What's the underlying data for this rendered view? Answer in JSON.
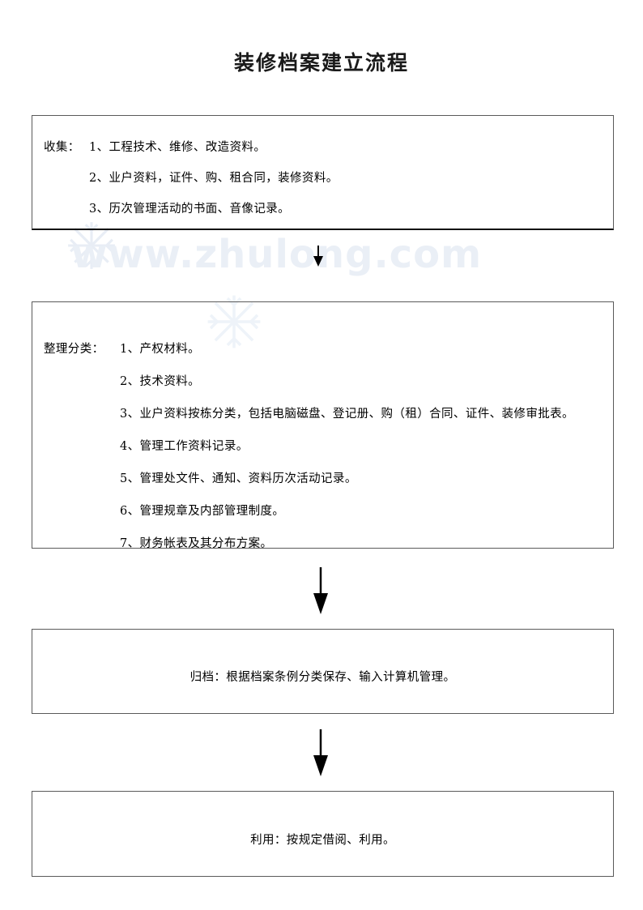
{
  "document": {
    "title": "装修档案建立流程",
    "watermark": "www.zhulong.com"
  },
  "flow": {
    "collect": {
      "lead": "收集：",
      "items": [
        {
          "num": "1、",
          "text": "工程技术、维修、改造资料。"
        },
        {
          "num": "2、",
          "text": "业户资料，证件、购、租合同，装修资料。"
        },
        {
          "num": "3、",
          "text": "历次管理活动的书面、音像记录。"
        }
      ]
    },
    "sort": {
      "lead": "整理分类：",
      "items": [
        {
          "num": "1、",
          "text": "产权材料。"
        },
        {
          "num": "2、",
          "text": "技术资料。"
        },
        {
          "num": "3、",
          "text": "业户资料按栋分类，包括电脑磁盘、登记册、购（租）合同、证件、装修审批表。"
        },
        {
          "num": "4、",
          "text": "管理工作资料记录。"
        },
        {
          "num": "5、",
          "text": "管理处文件、通知、资料历次活动记录。"
        },
        {
          "num": "6、",
          "text": "管理规章及内部管理制度。"
        },
        {
          "num": "7、",
          "text": "财务帐表及其分布方案。"
        }
      ]
    },
    "archive": {
      "text": "归档：根据档案条例分类保存、输入计算机管理。"
    },
    "use": {
      "text": "利用：按规定借阅、利用。"
    }
  },
  "connectors": {
    "arrow_1": "down-arrow",
    "arrow_2": "down-arrow",
    "arrow_3": "down-arrow"
  },
  "colors": {
    "text": "#000000",
    "box_border": "#5a5a5a",
    "arrow": "#000000",
    "watermark": "#eaeff6"
  }
}
